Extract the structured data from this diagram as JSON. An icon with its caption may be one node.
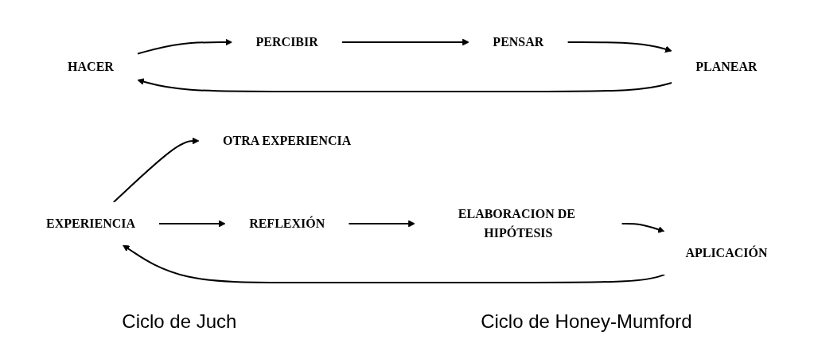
{
  "diagram": {
    "nodes": [
      {
        "text": [
          "HACER"
        ]
      },
      {
        "text": [
          "PERCIBIR"
        ]
      },
      {
        "text": [
          "PENSAR"
        ]
      },
      {
        "text": [
          "PLANEAR"
        ]
      },
      {
        "text": [
          "EXPERIENCIA"
        ]
      },
      {
        "text": [
          "REFLEXIÓN"
        ]
      },
      {
        "text": [
          "ELABORACION DE HIPÓTESIS"
        ]
      },
      {
        "text": [
          "APLICACIÓN"
        ]
      },
      {
        "text": [
          "OTRA EXPERIENCIA"
        ]
      }
    ],
    "edges": [
      {
        "from": 0,
        "to": 1,
        "arrow": "to"
      },
      {
        "from": 1,
        "to": 2,
        "arrow": "to"
      },
      {
        "from": 2,
        "to": 3,
        "arrow": "to"
      },
      {
        "from": 3,
        "to": 0,
        "arrow": "to"
      },
      {
        "from": 4,
        "to": 5,
        "arrow": "to"
      },
      {
        "from": 5,
        "to": 6,
        "arrow": "to"
      },
      {
        "from": 6,
        "to": 7,
        "arrow": "to"
      },
      {
        "from": 7,
        "to": 4,
        "arrow": "to"
      },
      {
        "from": 4,
        "to": 8,
        "arrow": "to"
      }
    ],
    "labels": [
      "Ciclo de Juch",
      "Ciclo de Honey-Mumford"
    ]
  }
}
